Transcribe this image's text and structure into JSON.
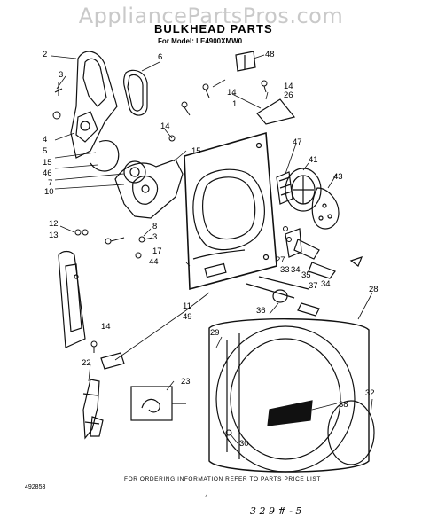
{
  "watermark": "AppliancePartsPros.com",
  "title": "BULKHEAD PARTS",
  "subtitle": "For Model: LE4900XMW0",
  "footer": "FOR ORDERING INFORMATION REFER TO PARTS PRICE LIST",
  "doc_id": "492853",
  "page_number": "4",
  "handwritten": "3 2 9  # - 5",
  "callouts": {
    "c2": "2",
    "c3a": "3",
    "c6": "6",
    "c4": "4",
    "c5": "5",
    "c15a": "15",
    "c46": "46",
    "c7": "7",
    "c10": "10",
    "c48": "48",
    "c14a": "14",
    "c1": "1",
    "c14b": "14",
    "c26": "26",
    "c14c": "14",
    "c15b": "15",
    "c47": "47",
    "c41": "41",
    "c43": "43",
    "c12": "12",
    "c13": "13",
    "c8": "8",
    "c3b": "3",
    "c17": "17",
    "c44": "44",
    "c27": "27",
    "c33": "33",
    "c34a": "34",
    "c35": "35",
    "c37": "37",
    "c34b": "34",
    "c28": "28",
    "c11": "11",
    "c49": "49",
    "c36": "36",
    "c14d": "14",
    "c29": "29",
    "c22": "22",
    "c38": "38",
    "c32": "32",
    "c23": "23",
    "c30": "30"
  }
}
